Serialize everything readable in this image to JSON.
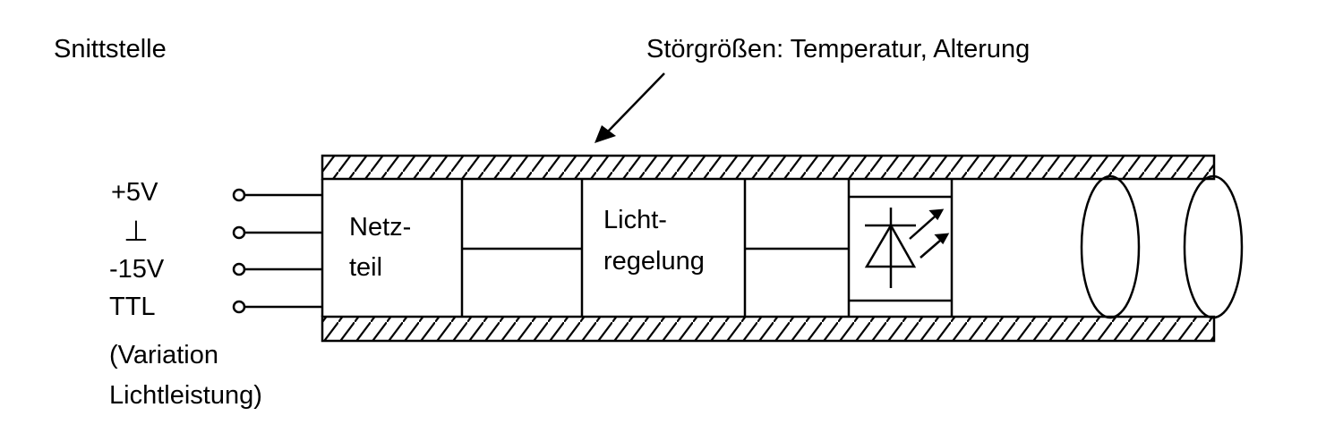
{
  "interface_title": "Snittstelle",
  "disturbance_label": "Störgrößen: Temperatur, Alterung",
  "terminals": {
    "plus5v": "+5V",
    "ground": "⊥",
    "minus15v": "-15V",
    "ttl": "TTL",
    "ttl_note_line1": "(Variation",
    "ttl_note_line2": "Lichtleistung)"
  },
  "blocks": {
    "power_supply_line1": "Netz-",
    "power_supply_line2": "teil",
    "light_control_line1": "Licht-",
    "light_control_line2": "regelung"
  },
  "icons": [
    "led-icon",
    "lens-icon",
    "arrow-icon",
    "hatch-pattern"
  ]
}
